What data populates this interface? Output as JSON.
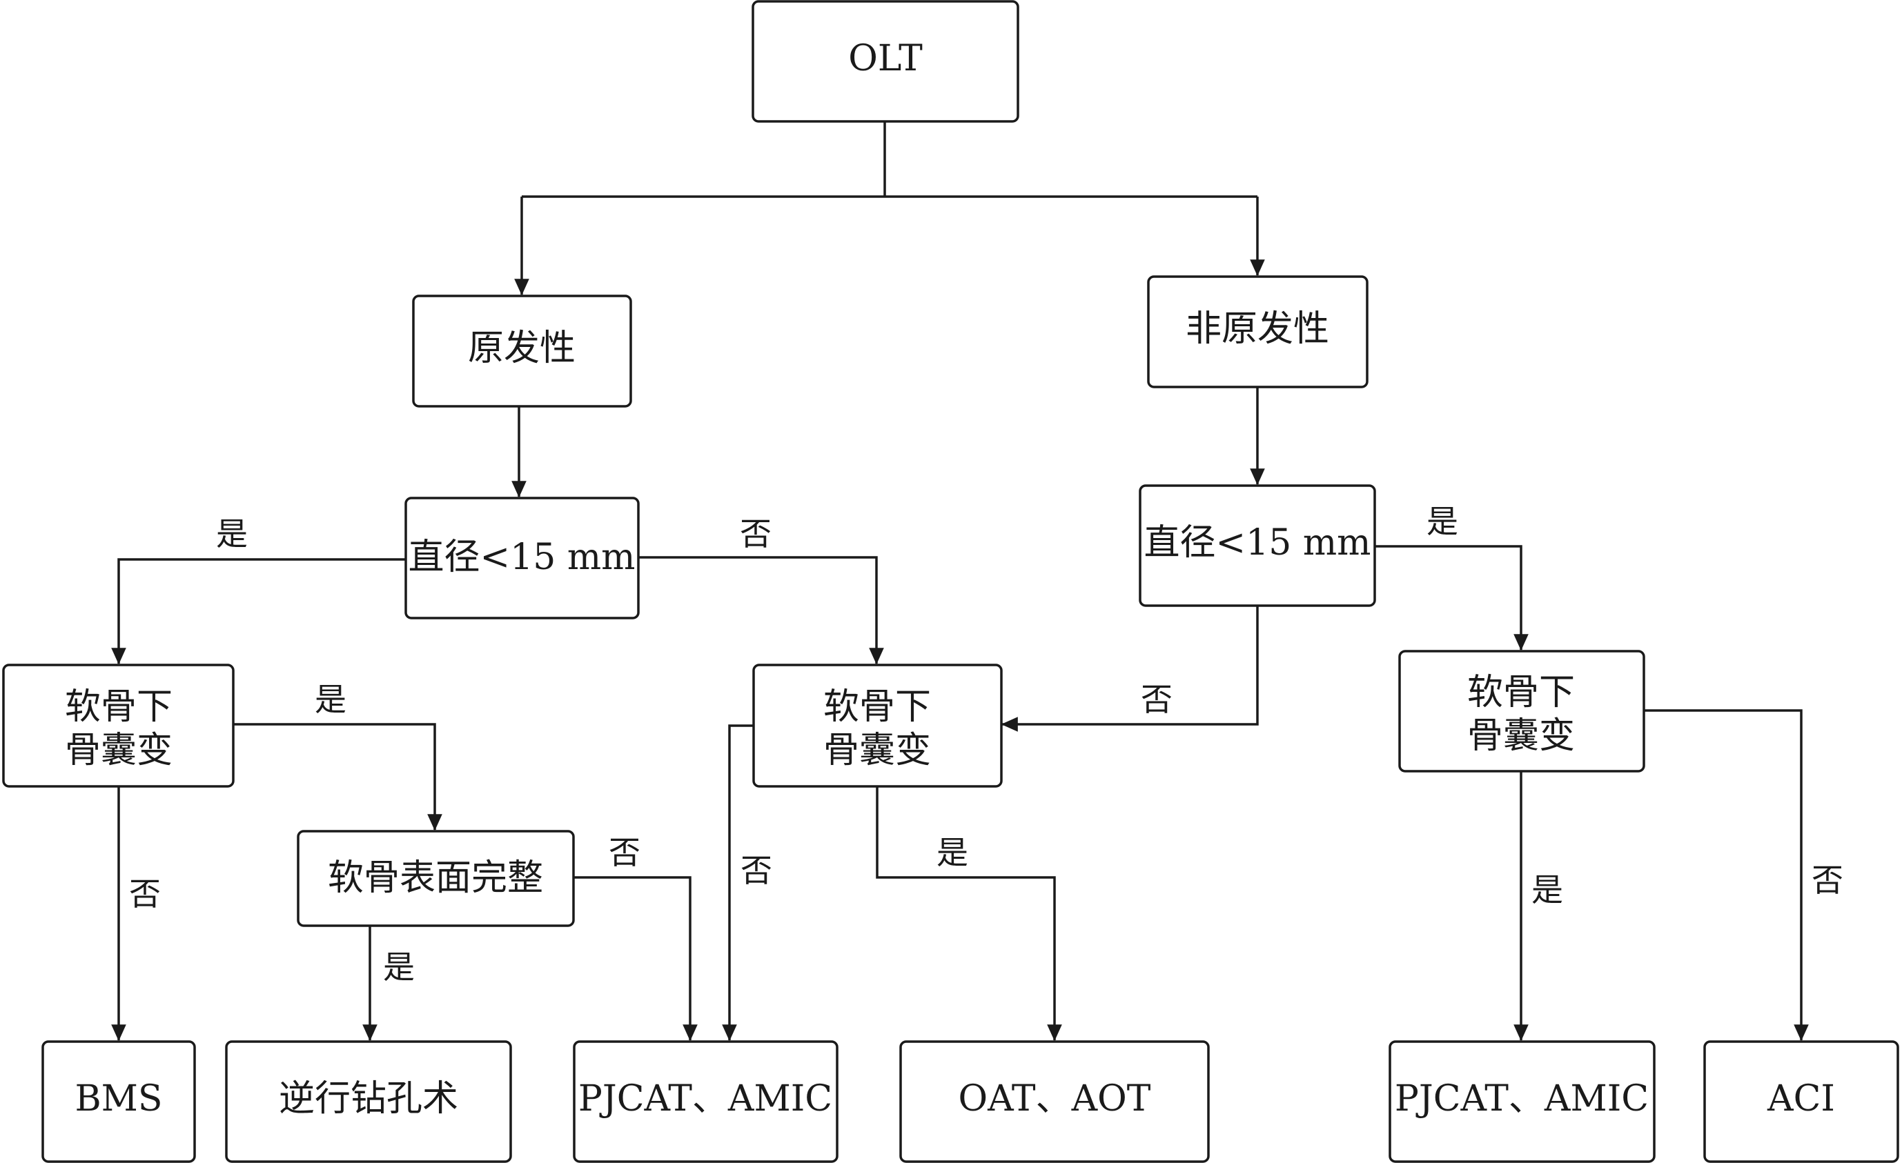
{
  "nodes": {
    "root": "OLT",
    "primary": "原发性",
    "non_primary": "非原发性",
    "diam_left": "直径<15 mm",
    "diam_right": "直径<15 mm",
    "cyst_left_1": "软骨下",
    "cyst_left_2": "骨囊变",
    "cyst_mid_1": "软骨下",
    "cyst_mid_2": "骨囊变",
    "cyst_right_1": "软骨下",
    "cyst_right_2": "骨囊变",
    "cartilage_intact": "软骨表面完整",
    "bms": "BMS",
    "retrograde": "逆行钻孔术",
    "pjcat_amic_left": "PJCAT、AMIC",
    "oat_aot": "OAT、AOT",
    "pjcat_amic_right": "PJCAT、AMIC",
    "aci": "ACI"
  },
  "edge_labels": {
    "yes_diam_left": "是",
    "no_diam_left": "否",
    "yes_diam_right": "是",
    "no_diam_right": "否",
    "yes_cyst_left": "是",
    "no_cyst_left": "否",
    "no_intact": "否",
    "yes_intact": "是",
    "no_cyst_mid": "否",
    "yes_cyst_mid": "是",
    "yes_cyst_right": "是",
    "no_cyst_right": "否"
  }
}
